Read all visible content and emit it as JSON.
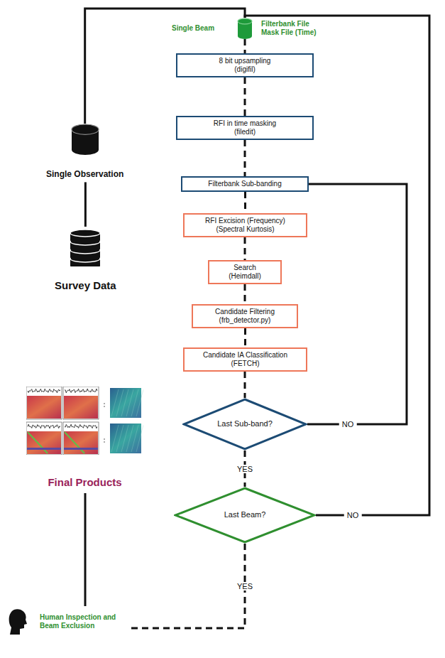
{
  "diagram": {
    "nodes": [
      {
        "text": [
          "Single Beam",
          "Filterbank File Mask File (Time)"
        ]
      },
      {
        "text": [
          "8 bit upsampling (digifil)"
        ]
      },
      {
        "text": [
          "RFI in time masking (filedit)"
        ]
      },
      {
        "text": [
          "Filterbank Sub-banding"
        ]
      },
      {
        "text": [
          "RFI Excision (Frequency) (Spectral Kurtosis)"
        ]
      },
      {
        "text": [
          "Search (Heimdall)"
        ]
      },
      {
        "text": [
          "Candidate Filtering (frb_detector.py)"
        ]
      },
      {
        "text": [
          "Candidate IA Classification (FETCH)"
        ]
      },
      {
        "text": [
          "Last Sub-band?"
        ]
      },
      {
        "text": [
          "Last Beam?"
        ]
      },
      {
        "text": [
          "Human Inspection and Beam Exclusion"
        ]
      },
      {
        "text": [
          "Final Products"
        ]
      },
      {
        "text": [
          "Survey Data"
        ]
      },
      {
        "text": [
          "Single Observation"
        ]
      }
    ],
    "edges": [
      {
        "from": 0,
        "to": 1,
        "arrow": "none"
      },
      {
        "from": 1,
        "to": 2,
        "arrow": "none"
      },
      {
        "from": 2,
        "to": 3,
        "arrow": "none"
      },
      {
        "from": 3,
        "to": 4,
        "arrow": "none"
      },
      {
        "from": 4,
        "to": 5,
        "arrow": "none"
      },
      {
        "from": 5,
        "to": 6,
        "arrow": "none"
      },
      {
        "from": 6,
        "to": 7,
        "arrow": "none"
      },
      {
        "from": 7,
        "to": 8,
        "arrow": "none"
      },
      {
        "from": 8,
        "to": 3,
        "label": "NO",
        "arrow": "none"
      },
      {
        "from": 8,
        "to": 9,
        "label": "YES",
        "arrow": "none"
      },
      {
        "from": 9,
        "to": 0,
        "label": "NO",
        "arrow": "none"
      },
      {
        "from": 9,
        "to": 10,
        "label": "YES",
        "arrow": "none"
      },
      {
        "from": 10,
        "to": 11,
        "arrow": "none"
      },
      {
        "from": 12,
        "to": 13,
        "arrow": "none"
      },
      {
        "from": 13,
        "to": 0,
        "arrow": "none"
      }
    ]
  }
}
